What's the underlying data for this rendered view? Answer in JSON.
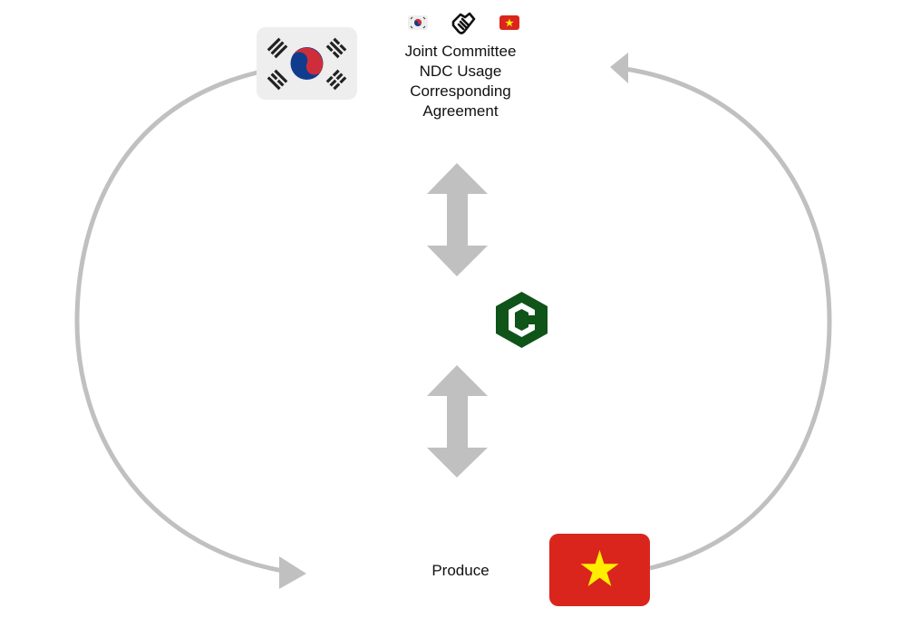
{
  "diagram": {
    "title_lines": [
      "Joint Committee",
      "NDC Usage",
      "Corresponding",
      "Agreement"
    ],
    "bottom_label": "Produce",
    "nodes": {
      "top_left": {
        "icon": "south-korea-flag-icon",
        "country": "South Korea"
      },
      "bottom_right": {
        "icon": "vietnam-flag-icon",
        "country": "Vietnam"
      },
      "center": {
        "icon": "hexagon-c-logo-icon",
        "letter": "C"
      },
      "title_icons": [
        "south-korea-flag-icon",
        "handshake-icon",
        "vietnam-flag-icon"
      ]
    },
    "connectors": [
      {
        "from": "south-korea",
        "to": "produce",
        "type": "curved-arrow",
        "direction": "clockwise-down-left"
      },
      {
        "from": "vietnam",
        "to": "agreement",
        "type": "curved-arrow",
        "direction": "up-right"
      },
      {
        "between": "agreement",
        "and": "center-logo",
        "type": "double-arrow"
      },
      {
        "between": "center-logo",
        "and": "produce",
        "type": "double-arrow"
      }
    ],
    "colors": {
      "arrow": "#c0c0c0",
      "korea_red": "#cd2e3a",
      "korea_blue": "#0f3c8c",
      "korea_bg": "#eeeeee",
      "trigram": "#222222",
      "vietnam_red": "#da251d",
      "vietnam_star": "#ffee00",
      "logo_green": "#0f5418"
    }
  }
}
